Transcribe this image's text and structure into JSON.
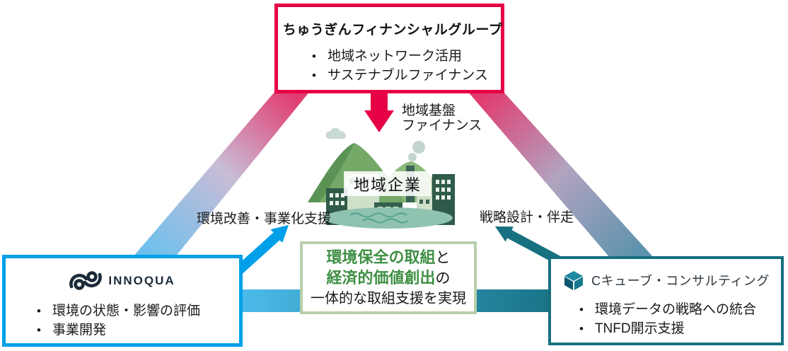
{
  "colors": {
    "crimson": "#e60045",
    "blue": "#00a0e9",
    "teal": "#17707f",
    "goal_border": "#b7d0ab",
    "goal_green": "#3f8f44"
  },
  "chugin": {
    "title": "ちゅうぎんフィナンシャルグループ",
    "bullets": [
      "地域ネットワーク活用",
      "サステナブルファイナンス"
    ]
  },
  "innoqua": {
    "brand": "INNOQUA",
    "bullets": [
      "環境の状態・影響の評価",
      "事業開発"
    ]
  },
  "ccube": {
    "brand": "Cキューブ・コンサルティング",
    "bullets": [
      "環境データの戦略への統合",
      "TNFD開示支援"
    ]
  },
  "center": {
    "town_label": "地域企業"
  },
  "goal": {
    "line1_em": "環境保全の取組",
    "line1_tail": "と",
    "line2_em": "経済的価値創出",
    "line2_tail": "の",
    "line3": "一体的な取組支援を実現"
  },
  "arrows": {
    "finance_line1": "地域基盤",
    "finance_line2": "ファイナンス",
    "support": "環境改善・事業化支援",
    "strategy": "戦略設計・伴走"
  }
}
